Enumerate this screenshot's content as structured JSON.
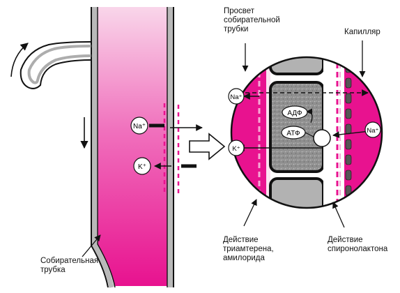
{
  "labels": {
    "lumen": "Просвет\nсобирательной\nтрубки",
    "capillary": "Капилляр",
    "collecting_duct": "Собирательная\nтрубка",
    "triamterene": "Действие\nтриамтерена,\nамилорида",
    "spironolactone": "Действие\nспиронолактона"
  },
  "ions": {
    "na_tube": "Na⁺",
    "k_tube": "K⁺",
    "na_lumen": "Na⁺",
    "k_lumen": "K⁺",
    "na_capillary": "Na⁺",
    "adp": "АДФ",
    "atp": "АТФ"
  },
  "colors": {
    "magenta": "#e8128f",
    "magenta_light": "#f6a8d6",
    "cell_gray": "#9a9a9a",
    "outline": "#111111"
  }
}
